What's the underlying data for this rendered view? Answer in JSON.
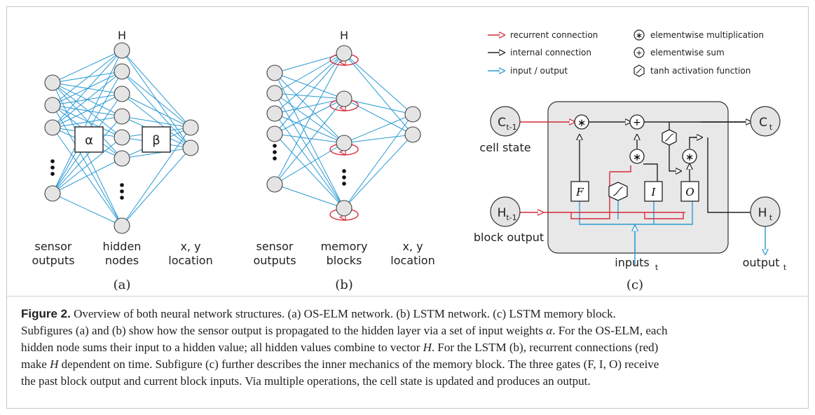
{
  "panel_a": {
    "top_label": "H",
    "alpha": "α",
    "beta": "β",
    "col_labels": [
      [
        "sensor",
        "outputs"
      ],
      [
        "hidden",
        "nodes"
      ],
      [
        "x, y",
        "location"
      ]
    ],
    "sublabel": "(a)"
  },
  "panel_b": {
    "top_label": "H",
    "col_labels": [
      [
        "sensor",
        "outputs"
      ],
      [
        "memory",
        "blocks"
      ],
      [
        "x, y",
        "location"
      ]
    ],
    "sublabel": "(b)"
  },
  "panel_c": {
    "legend": [
      "recurrent connection",
      "internal connection",
      "input / output",
      "elementwise multiplication",
      "elementwise sum",
      "tanh activation function"
    ],
    "c_prev": "C",
    "c_prev_sub": "t-1",
    "c_next": "C",
    "c_next_sub": "t",
    "h_prev": "H",
    "h_prev_sub": "t-1",
    "h_next": "H",
    "h_next_sub": "t",
    "cell_state": "cell state",
    "block_output": "block output",
    "inputs": "inputs",
    "inputs_sub": "t",
    "output": "output",
    "output_sub": "t",
    "gate_f": "F",
    "gate_i": "I",
    "gate_o": "O",
    "sublabel": "(c)"
  },
  "caption": {
    "title": "Figure 2.",
    "line1": " Overview of both neural network structures. (a) OS-ELM network. (b) LSTM network. (c) LSTM memory block.",
    "line2a": "Subfigures (a) and (b) show how the sensor output is propagated to the hidden layer via a set of input weights ",
    "line2b": "α",
    "line2c": ". For the OS-ELM, each",
    "line3a": "hidden node sums their input to a hidden value; all hidden values combine to vector ",
    "line3b": "H",
    "line3c": ". For the LSTM (b), recurrent connections (red)",
    "line4a": "make ",
    "line4b": "H",
    "line4c": " dependent on time. Subfigure (c) further describes the inner mechanics of the memory block. The three gates (F, I, O) receive",
    "line5": "the past block output and current block inputs. Via multiple operations, the cell state is updated and produces an output."
  },
  "colors": {
    "recurrent": "#d42a3a",
    "internal": "#222222",
    "io": "#2a9ad4",
    "node_fill": "#e4e4e4",
    "block_fill": "#e8e8e8"
  }
}
